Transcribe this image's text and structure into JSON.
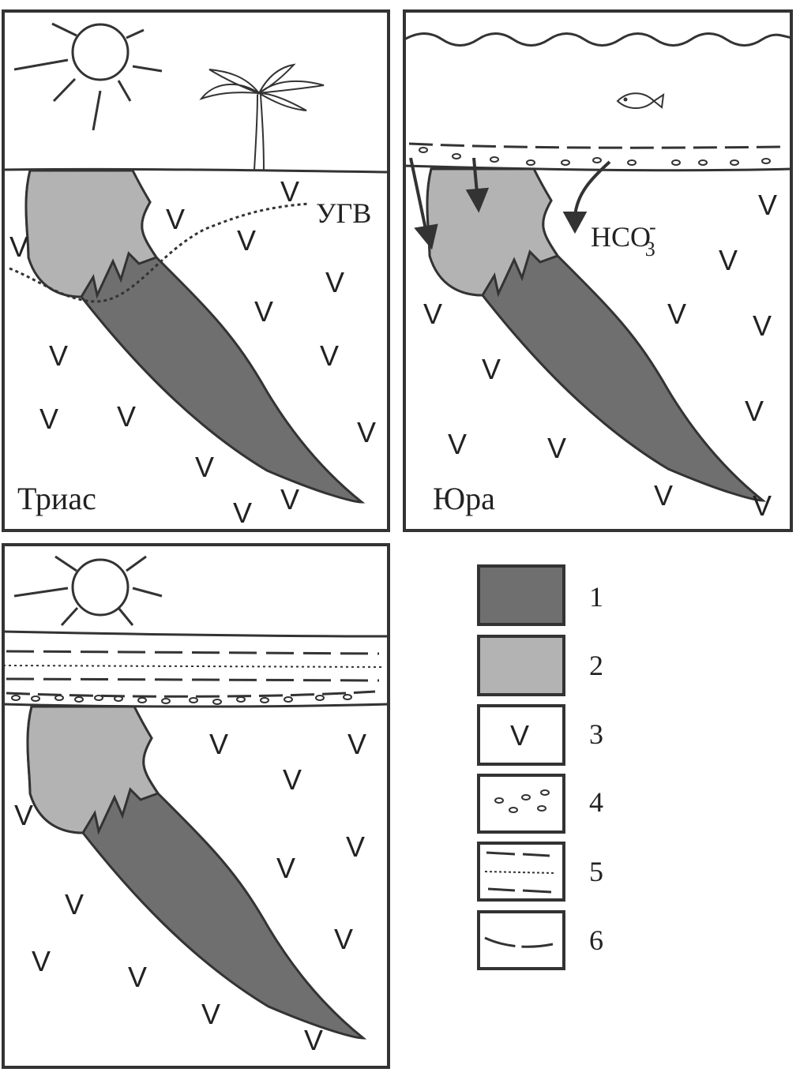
{
  "panels": {
    "trias": {
      "label": "Триас",
      "water_table_label": "УГВ"
    },
    "jura": {
      "label": "Юра",
      "ion_main": "HCO",
      "ion_sup": "-",
      "ion_sub": "3"
    },
    "modern": {}
  },
  "volcanic_symbol": "V",
  "legend": {
    "items": [
      {
        "number": "1",
        "symbol": "dark-fill",
        "color": "#6f6f6f"
      },
      {
        "number": "2",
        "symbol": "light-fill",
        "color": "#b3b3b3"
      },
      {
        "number": "3",
        "symbol": "v-glyph",
        "text": "V"
      },
      {
        "number": "4",
        "symbol": "dots"
      },
      {
        "number": "5",
        "symbol": "dashes-dots"
      },
      {
        "number": "6",
        "symbol": "curve-line"
      }
    ]
  },
  "colors": {
    "dark_zone": "#6f6f6f",
    "light_zone": "#b3b3b3",
    "stroke": "#333333"
  }
}
